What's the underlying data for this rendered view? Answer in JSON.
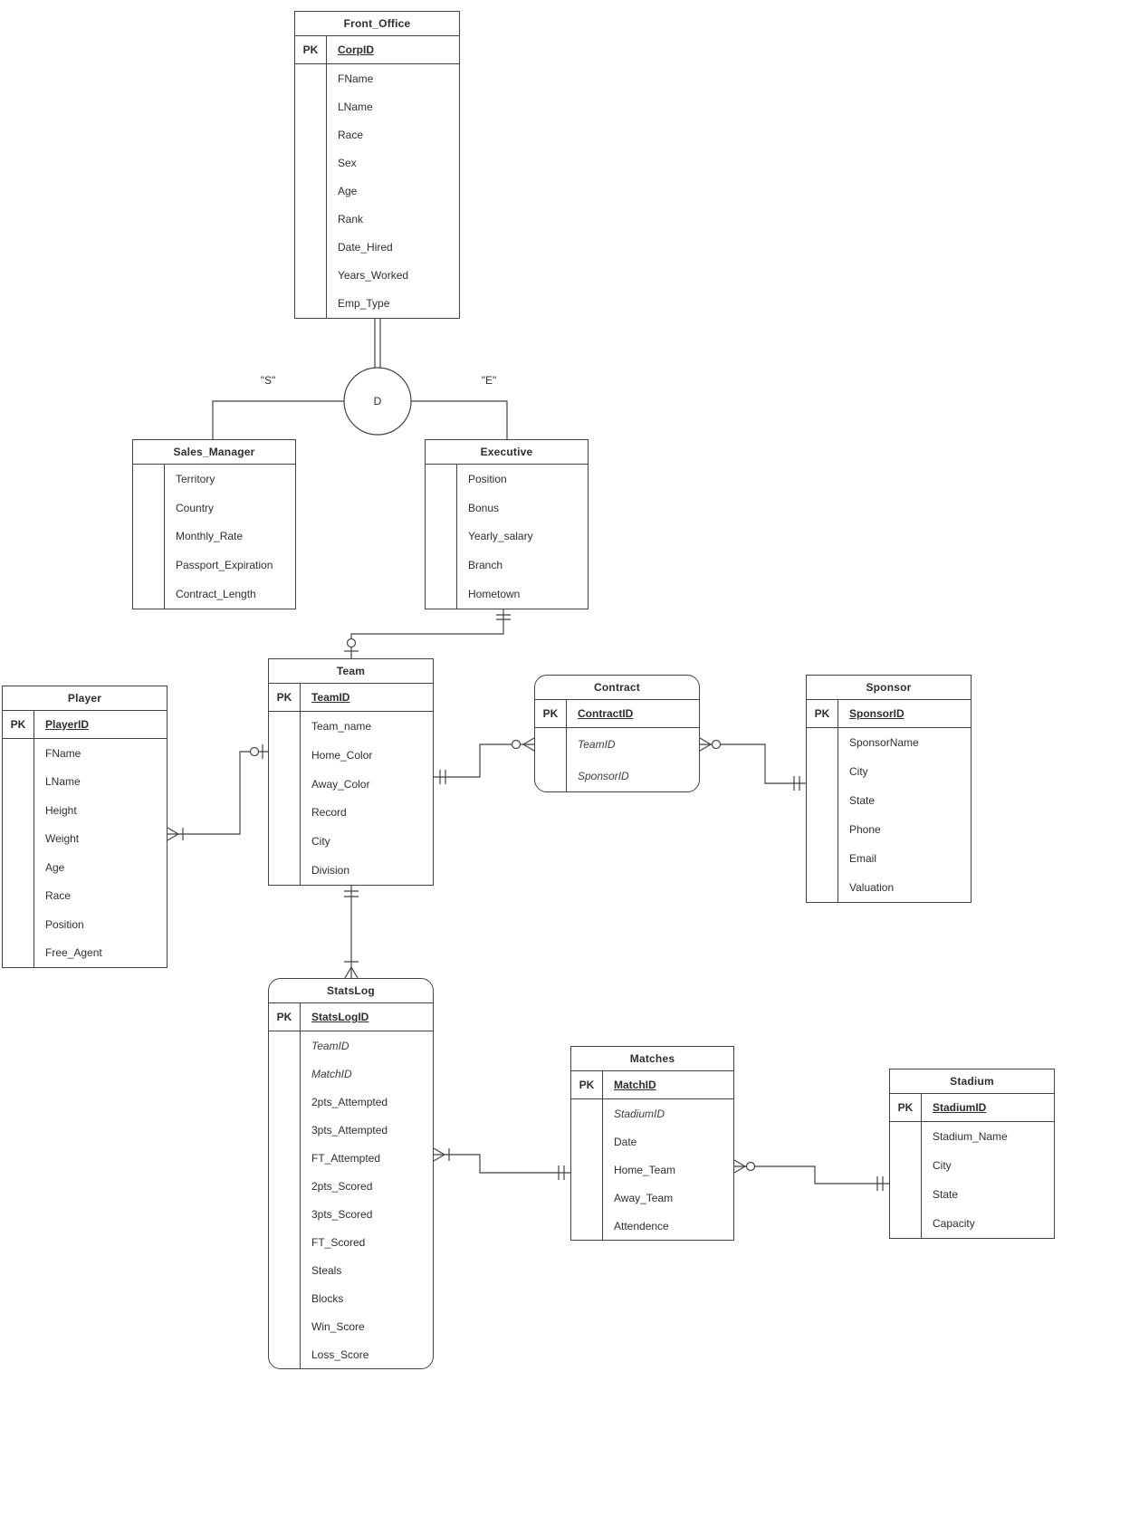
{
  "diagram": {
    "colors": {
      "stroke": "#424242",
      "text": "#2e2e2e",
      "background": "#ffffff"
    },
    "specialization": {
      "circle_label": "D",
      "left_branch_label": "\"S\"",
      "right_branch_label": "\"E\""
    },
    "entities": [
      {
        "id": "front_office",
        "title": "Front_Office",
        "pk_label": "PK",
        "pk": "CorpID",
        "rounded": false,
        "attrs": [
          {
            "name": "FName"
          },
          {
            "name": "LName"
          },
          {
            "name": "Race"
          },
          {
            "name": "Sex"
          },
          {
            "name": "Age"
          },
          {
            "name": "Rank"
          },
          {
            "name": "Date_Hired"
          },
          {
            "name": "Years_Worked"
          },
          {
            "name": "Emp_Type"
          }
        ]
      },
      {
        "id": "sales_manager",
        "title": "Sales_Manager",
        "pk_label": "",
        "pk": null,
        "rounded": false,
        "attrs": [
          {
            "name": "Territory"
          },
          {
            "name": "Country"
          },
          {
            "name": "Monthly_Rate"
          },
          {
            "name": "Passport_Expiration"
          },
          {
            "name": "Contract_Length"
          }
        ]
      },
      {
        "id": "executive",
        "title": "Executive",
        "pk_label": "",
        "pk": null,
        "rounded": false,
        "attrs": [
          {
            "name": "Position"
          },
          {
            "name": "Bonus"
          },
          {
            "name": "Yearly_salary"
          },
          {
            "name": "Branch"
          },
          {
            "name": "Hometown"
          }
        ]
      },
      {
        "id": "team",
        "title": "Team",
        "pk_label": "PK",
        "pk": "TeamID",
        "rounded": false,
        "attrs": [
          {
            "name": "Team_name"
          },
          {
            "name": "Home_Color"
          },
          {
            "name": "Away_Color"
          },
          {
            "name": "Record"
          },
          {
            "name": "City"
          },
          {
            "name": "Division"
          }
        ]
      },
      {
        "id": "player",
        "title": "Player",
        "pk_label": "PK",
        "pk": "PlayerID",
        "rounded": false,
        "attrs": [
          {
            "name": "FName"
          },
          {
            "name": "LName"
          },
          {
            "name": "Height"
          },
          {
            "name": "Weight"
          },
          {
            "name": "Age"
          },
          {
            "name": "Race"
          },
          {
            "name": "Position"
          },
          {
            "name": "Free_Agent"
          }
        ]
      },
      {
        "id": "contract",
        "title": "Contract",
        "pk_label": "PK",
        "pk": "ContractID",
        "rounded": true,
        "attrs": [
          {
            "name": "TeamID",
            "italic": true
          },
          {
            "name": "SponsorID",
            "italic": true
          }
        ]
      },
      {
        "id": "sponsor",
        "title": "Sponsor",
        "pk_label": "PK",
        "pk": "SponsorID",
        "rounded": false,
        "attrs": [
          {
            "name": "SponsorName"
          },
          {
            "name": "City"
          },
          {
            "name": "State"
          },
          {
            "name": "Phone"
          },
          {
            "name": "Email"
          },
          {
            "name": "Valuation"
          }
        ]
      },
      {
        "id": "statslog",
        "title": "StatsLog",
        "pk_label": "PK",
        "pk": "StatsLogID",
        "rounded": true,
        "attrs": [
          {
            "name": "TeamID",
            "italic": true
          },
          {
            "name": "MatchID",
            "italic": true
          },
          {
            "name": "2pts_Attempted"
          },
          {
            "name": "3pts_Attempted"
          },
          {
            "name": "FT_Attempted"
          },
          {
            "name": "2pts_Scored"
          },
          {
            "name": "3pts_Scored"
          },
          {
            "name": "FT_Scored"
          },
          {
            "name": "Steals"
          },
          {
            "name": "Blocks"
          },
          {
            "name": "Win_Score"
          },
          {
            "name": "Loss_Score"
          }
        ]
      },
      {
        "id": "matches",
        "title": "Matches",
        "pk_label": "PK",
        "pk": "MatchID",
        "rounded": false,
        "attrs": [
          {
            "name": "StadiumID",
            "italic": true
          },
          {
            "name": "Date"
          },
          {
            "name": "Home_Team"
          },
          {
            "name": "Away_Team"
          },
          {
            "name": "Attendence"
          }
        ]
      },
      {
        "id": "stadium",
        "title": "Stadium",
        "pk_label": "PK",
        "pk": "StadiumID",
        "rounded": false,
        "attrs": [
          {
            "name": "Stadium_Name"
          },
          {
            "name": "City"
          },
          {
            "name": "State"
          },
          {
            "name": "Capacity"
          }
        ]
      }
    ],
    "relationships": [
      {
        "from": "Front_Office",
        "to": "D-circle",
        "type": "specialization-double-line"
      },
      {
        "from": "D-circle",
        "to": "Sales_Manager",
        "label": "\"S\""
      },
      {
        "from": "D-circle",
        "to": "Executive",
        "label": "\"E\""
      },
      {
        "from": "Executive",
        "to": "Team",
        "from_cardinality": "one-and-only-one",
        "to_cardinality": "zero-or-one"
      },
      {
        "from": "Team",
        "to": "Player",
        "from_cardinality": "zero-or-one",
        "to_cardinality": "one-or-many"
      },
      {
        "from": "Team",
        "to": "Contract",
        "from_cardinality": "one-and-only-one",
        "to_cardinality": "zero-or-many"
      },
      {
        "from": "Sponsor",
        "to": "Contract",
        "from_cardinality": "one-and-only-one",
        "to_cardinality": "zero-or-many"
      },
      {
        "from": "Team",
        "to": "StatsLog",
        "from_cardinality": "one-and-only-one",
        "to_cardinality": "one-or-many"
      },
      {
        "from": "Matches",
        "to": "StatsLog",
        "from_cardinality": "one-and-only-one",
        "to_cardinality": "one-or-many"
      },
      {
        "from": "Stadium",
        "to": "Matches",
        "from_cardinality": "one-and-only-one",
        "to_cardinality": "zero-or-many"
      }
    ]
  }
}
